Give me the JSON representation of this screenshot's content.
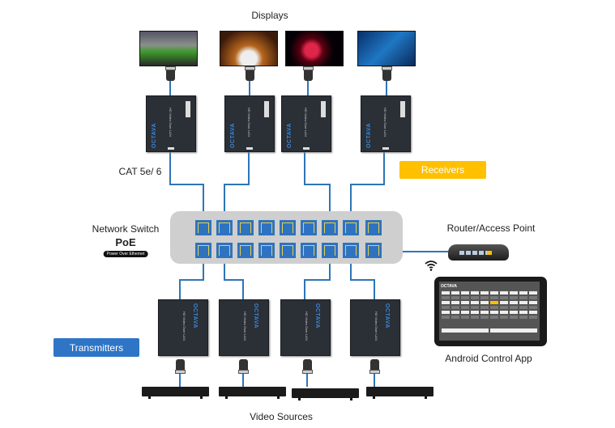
{
  "labels": {
    "displays": "Displays",
    "cat": "CAT 5e/ 6",
    "receivers": "Receivers",
    "network_switch": "Network Switch",
    "poe": "PoE",
    "poe_sub": "Power Over Ethernet",
    "router": "Router/Access Point",
    "transmitters": "Transmitters",
    "android_app": "Android Control App",
    "video_sources": "Video Sources"
  },
  "device": {
    "brand": "OCTAVA",
    "model": "HD Video Over LAN"
  },
  "app": {
    "brand": "OCTAVA"
  },
  "icons": {
    "wifi": "wifi-icon",
    "hdmi": "hdmi-connector-icon",
    "ethernet": "ethernet-port-icon"
  },
  "colors": {
    "cable": "#2e75b6",
    "port": "#2f73c0",
    "receivers_badge": "#ffc000",
    "transmitters_badge": "#2e75c7",
    "switch": "#cfcfcf"
  }
}
